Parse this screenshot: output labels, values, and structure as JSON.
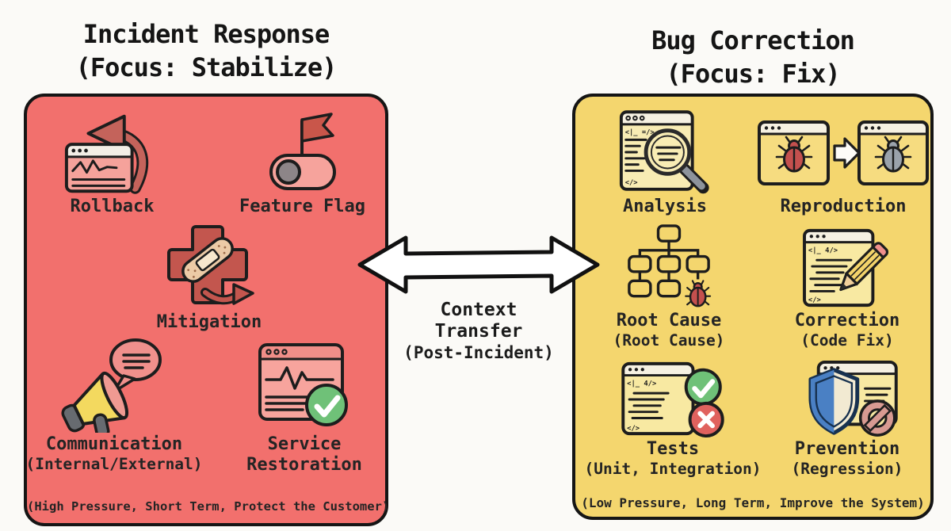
{
  "left_panel": {
    "title_line1": "Incident Response",
    "title_line2": "(Focus: Stabilize)",
    "items": [
      {
        "label": "Rollback",
        "sub": "",
        "icon": "rollback-icon"
      },
      {
        "label": "Feature Flag",
        "sub": "",
        "icon": "feature-flag-icon"
      },
      {
        "label": "Mitigation",
        "sub": "",
        "icon": "mitigation-icon"
      },
      {
        "label": "Communication",
        "sub": "(Internal/External)",
        "icon": "megaphone-icon"
      },
      {
        "label": "Service Restoration",
        "sub": "",
        "icon": "service-restoration-icon"
      }
    ],
    "footnote": "(High Pressure, Short Term, Protect the Customer)"
  },
  "right_panel": {
    "title_line1": "Bug Correction",
    "title_line2": "(Focus: Fix)",
    "items": [
      {
        "label": "Analysis",
        "sub": "",
        "icon": "analysis-icon"
      },
      {
        "label": "Reproduction",
        "sub": "",
        "icon": "reproduction-icon"
      },
      {
        "label": "Root Cause",
        "sub": "(Root Cause)",
        "icon": "root-cause-icon"
      },
      {
        "label": "Correction",
        "sub": "(Code Fix)",
        "icon": "correction-icon"
      },
      {
        "label": "Tests",
        "sub": "(Unit, Integration)",
        "icon": "tests-icon"
      },
      {
        "label": "Prevention",
        "sub": "(Regression)",
        "icon": "prevention-icon"
      }
    ],
    "footnote": "(Low Pressure, Long Term, Improve the System)"
  },
  "center": {
    "line1": "Context",
    "line2": "Transfer",
    "line3": "(Post-Incident)"
  },
  "colors": {
    "left_panel_fill": "#f2706d",
    "right_panel_fill": "#f4d66e",
    "outline": "#1d1d1d",
    "dark_red_accent": "#c3564e",
    "green_check": "#6fc178",
    "red_x": "#e0625e",
    "blue_shield": "#4a80c4",
    "megaphone_yellow": "#f3d95f",
    "gray": "#8d939b"
  }
}
